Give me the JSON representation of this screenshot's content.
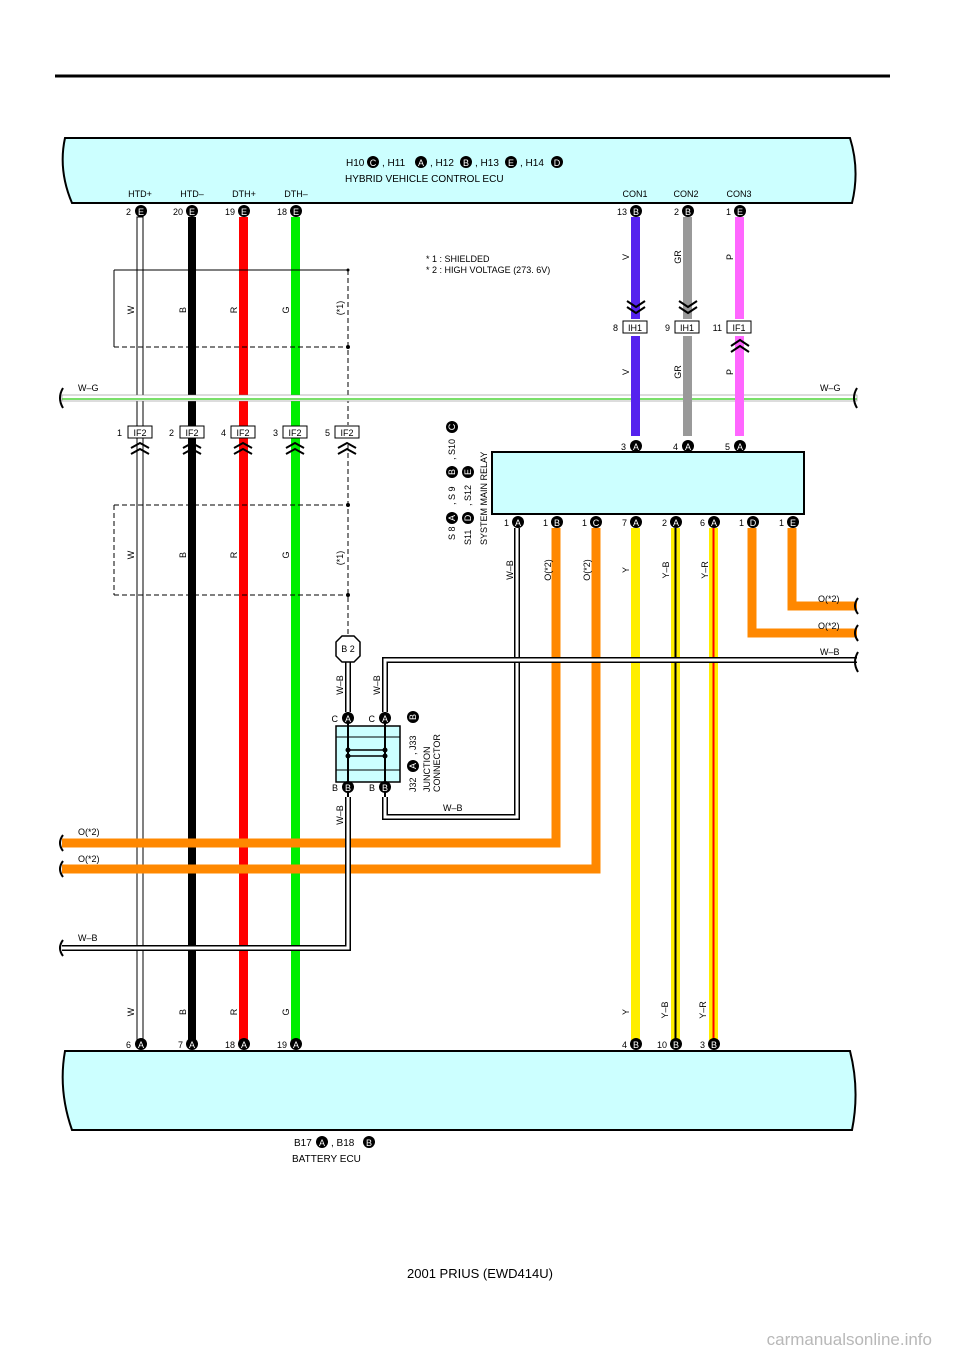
{
  "ecu_top": {
    "connectors": [
      {
        "code": "H10",
        "letter": "C"
      },
      {
        "code": "H11",
        "letter": "A"
      },
      {
        "code": "H12",
        "letter": "B"
      },
      {
        "code": "H13",
        "letter": "E"
      },
      {
        "code": "H14",
        "letter": "D"
      }
    ],
    "name": "HYBRID VEHICLE CONTROL ECU",
    "pins": [
      {
        "label": "HTD+",
        "num": "2",
        "letter": "E"
      },
      {
        "label": "HTD–",
        "num": "20",
        "letter": "E"
      },
      {
        "label": "DTH+",
        "num": "19",
        "letter": "E"
      },
      {
        "label": "DTH–",
        "num": "18",
        "letter": "E"
      },
      {
        "label": "CON1",
        "num": "13",
        "letter": "B"
      },
      {
        "label": "CON2",
        "num": "2",
        "letter": "B"
      },
      {
        "label": "CON3",
        "num": "1",
        "letter": "E"
      }
    ]
  },
  "notes": [
    "*  1 : SHIELDED",
    "*  2 : HIGH VOLTAGE (273. 6V)"
  ],
  "wire_colors": {
    "W": "#ffffff",
    "B": "#000000",
    "R": "#ff0000",
    "G": "#00ee00",
    "V": "#5522ee",
    "GR": "#999999",
    "P": "#ff66ff",
    "Y": "#ffee00",
    "O": "#ff8800",
    "W-B": "#ffffff",
    "W-G": "#ffffff",
    "Y-B": "#ffee00",
    "Y-R": "#ffee00"
  },
  "wires_left": [
    {
      "code": "W",
      "lower": "W",
      "if_num": "1",
      "if_name": "IF2",
      "bot_num": "6",
      "bot_letter": "A"
    },
    {
      "code": "B",
      "lower": "B",
      "if_num": "2",
      "if_name": "IF2",
      "bot_num": "7",
      "bot_letter": "A"
    },
    {
      "code": "R",
      "lower": "R",
      "if_num": "4",
      "if_name": "IF2",
      "bot_num": "18",
      "bot_letter": "A"
    },
    {
      "code": "G",
      "lower": "G",
      "if_num": "3",
      "if_name": "IF2",
      "bot_num": "19",
      "bot_letter": "A"
    }
  ],
  "shield": {
    "label": "(*1)",
    "if_num": "5",
    "if_name": "IF2"
  },
  "wires_right": [
    {
      "code": "V",
      "mid_num": "8",
      "mid_conn": "IH1",
      "relay_num": "3",
      "relay_letter": "A"
    },
    {
      "code": "GR",
      "mid_num": "9",
      "mid_conn": "IH1",
      "relay_num": "4",
      "relay_letter": "A"
    },
    {
      "code": "P",
      "mid_num": "11",
      "mid_conn": "IF1",
      "relay_num": "5",
      "relay_letter": "A"
    }
  ],
  "wg_label": "W–G",
  "relay": {
    "name": "SYSTEM MAIN RELAY",
    "connectors": [
      {
        "code": "S 8",
        "letter": "A"
      },
      {
        "code": "S 9",
        "letter": "B"
      },
      {
        "code": "S10",
        "letter": "C"
      },
      {
        "code": "S11",
        "letter": "D"
      },
      {
        "code": "S12",
        "letter": "E"
      }
    ],
    "bottom_pins": [
      {
        "num": "1",
        "letter": "A",
        "wire": "W–B"
      },
      {
        "num": "1",
        "letter": "B",
        "wire": "O(*2)"
      },
      {
        "num": "1",
        "letter": "C",
        "wire": "O(*2)"
      },
      {
        "num": "7",
        "letter": "A",
        "wire": "Y"
      },
      {
        "num": "2",
        "letter": "A",
        "wire": "Y–B"
      },
      {
        "num": "6",
        "letter": "A",
        "wire": "Y–R"
      },
      {
        "num": "1",
        "letter": "D",
        "wire": ""
      },
      {
        "num": "1",
        "letter": "E",
        "wire": ""
      }
    ]
  },
  "right_offpage": [
    "O(*2)",
    "O(*2)",
    "W–B"
  ],
  "left_offpage": [
    "O(*2)",
    "O(*2)",
    "W–B"
  ],
  "ground": "B 2",
  "junction": {
    "name_line1": "JUNCTION",
    "name_line2": "CONNECTOR",
    "connectors": [
      {
        "code": "J32",
        "letter": "A"
      },
      {
        "code": "J33",
        "letter": "B"
      }
    ],
    "top_pins": [
      {
        "pin": "C",
        "letter": "A"
      },
      {
        "pin": "C",
        "letter": "A"
      }
    ],
    "bottom_pins": [
      {
        "pin": "B",
        "letter": "B"
      },
      {
        "pin": "B",
        "letter": "B"
      }
    ],
    "wire_labels": [
      "W–B",
      "W–B",
      "W–B",
      "W–B"
    ]
  },
  "lower_labels": [
    "Y",
    "Y–B",
    "Y–R"
  ],
  "battery_ecu": {
    "name": "BATTERY ECU",
    "connectors": [
      {
        "code": "B17",
        "letter": "A"
      },
      {
        "code": "B18",
        "letter": "B"
      }
    ],
    "pins": [
      {
        "num": "6",
        "letter": "A"
      },
      {
        "num": "7",
        "letter": "A"
      },
      {
        "num": "18",
        "letter": "A"
      },
      {
        "num": "19",
        "letter": "A"
      },
      {
        "num": "4",
        "letter": "B"
      },
      {
        "num": "10",
        "letter": "B"
      },
      {
        "num": "3",
        "letter": "B"
      }
    ]
  },
  "footer": "2001 PRIUS (EWD414U)",
  "watermark": "carmanualsonline.info"
}
